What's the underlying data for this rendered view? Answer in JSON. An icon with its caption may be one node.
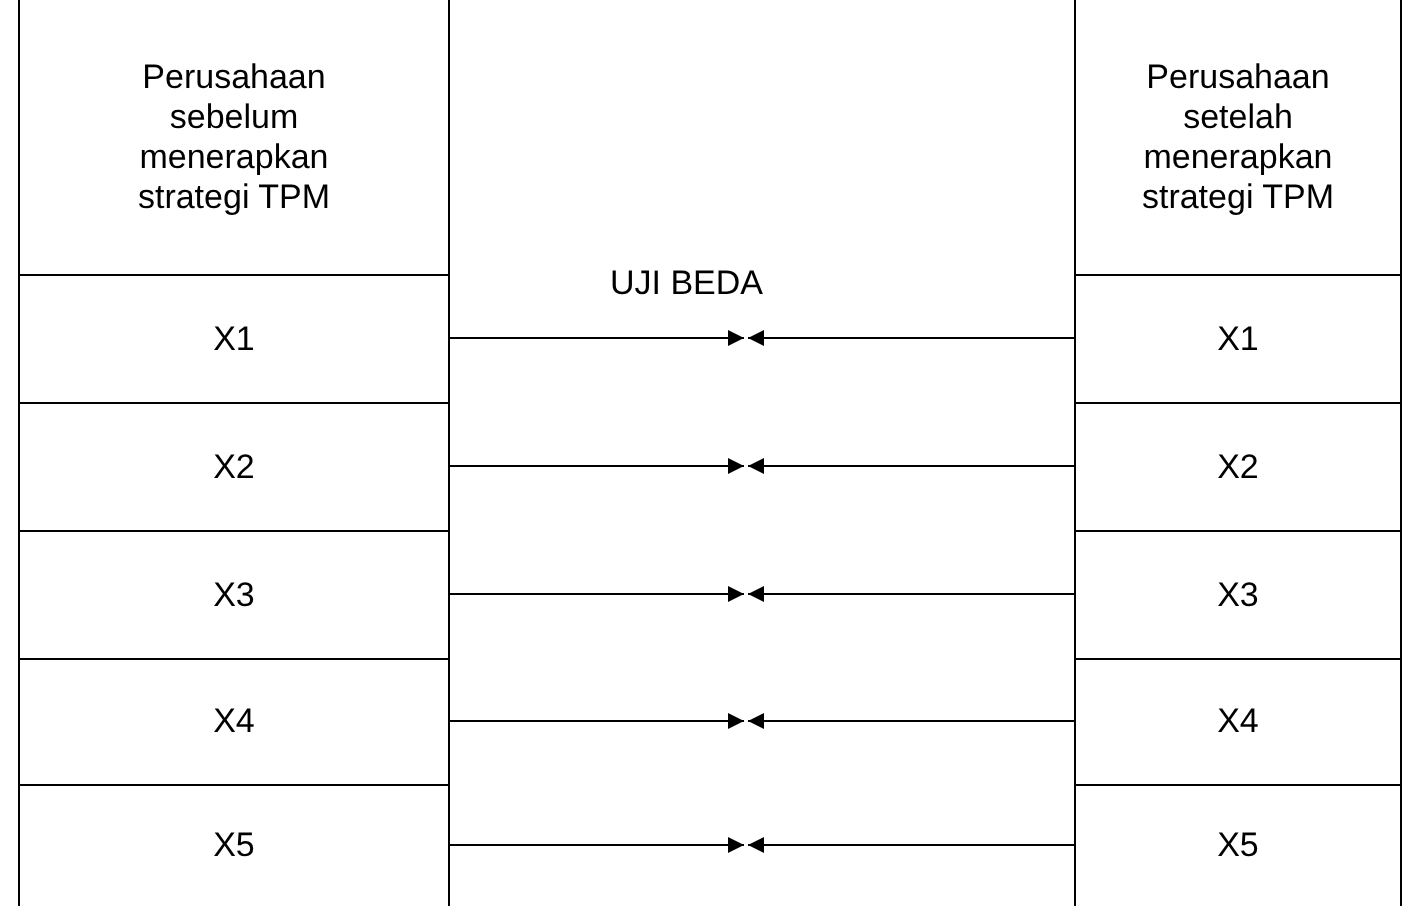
{
  "diagram": {
    "nodes": [
      {
        "text": [
          "Perusahaan sebelum menerapkan strategi TPM"
        ]
      },
      {
        "text": [
          "X1"
        ]
      },
      {
        "text": [
          "X2"
        ]
      },
      {
        "text": [
          "X3"
        ]
      },
      {
        "text": [
          "X4"
        ]
      },
      {
        "text": [
          "X5"
        ]
      },
      {
        "text": [
          "Perusahaan setelah menerapkan strategi TPM"
        ]
      },
      {
        "text": [
          "X1"
        ]
      },
      {
        "text": [
          "X2"
        ]
      },
      {
        "text": [
          "X3"
        ]
      },
      {
        "text": [
          "X4"
        ]
      },
      {
        "text": [
          "X5"
        ]
      }
    ],
    "edges": [
      {
        "from": 1,
        "to": null,
        "arrow": "to"
      },
      {
        "from": 7,
        "to": null,
        "arrow": "to"
      },
      {
        "from": 2,
        "to": null,
        "arrow": "to"
      },
      {
        "from": 8,
        "to": null,
        "arrow": "to"
      },
      {
        "from": 3,
        "to": null,
        "arrow": "to"
      },
      {
        "from": 9,
        "to": null,
        "arrow": "to"
      },
      {
        "from": 4,
        "to": null,
        "arrow": "to"
      },
      {
        "from": 10,
        "to": null,
        "arrow": "to"
      },
      {
        "from": 5,
        "to": null,
        "arrow": "to"
      },
      {
        "from": 11,
        "to": null,
        "arrow": "to"
      }
    ],
    "labels": [
      "UJI BEDA"
    ]
  }
}
